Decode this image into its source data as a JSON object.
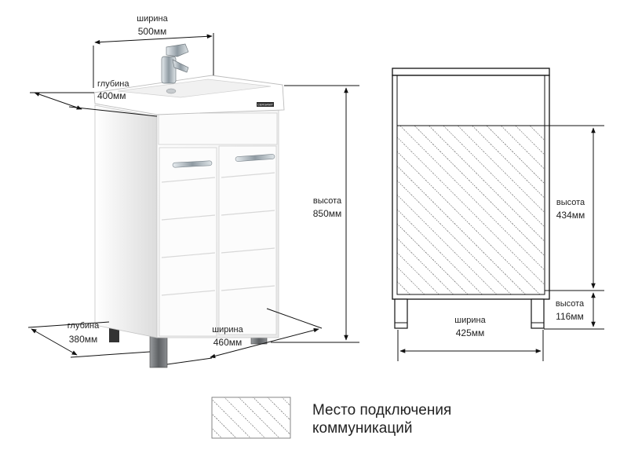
{
  "colors": {
    "ink": "#111111",
    "hatch": "#444444",
    "cabinet_white": "#f7f7f7",
    "cabinet_shade": "#d6d6d6",
    "chrome": "#9aa4ab",
    "leg": "#6f7275"
  },
  "photo_dimensions": {
    "width_top": {
      "label": "ширина",
      "value": "500мм"
    },
    "depth_top": {
      "label": "глубина",
      "value": "400мм"
    },
    "height": {
      "label": "высота",
      "value": "850мм"
    },
    "depth_bottom": {
      "label": "глубина",
      "value": "380мм"
    },
    "width_bottom": {
      "label": "ширина",
      "value": "460мм"
    }
  },
  "brand_badge": "CERSANIT",
  "schematic": {
    "connection_height": {
      "label": "высота",
      "value": "434мм"
    },
    "leg_height": {
      "label": "высота",
      "value": "116мм"
    },
    "width": {
      "label": "ширина",
      "value": "425мм"
    }
  },
  "legend": {
    "line1": "Место подключения",
    "line2": "коммуникаций"
  }
}
